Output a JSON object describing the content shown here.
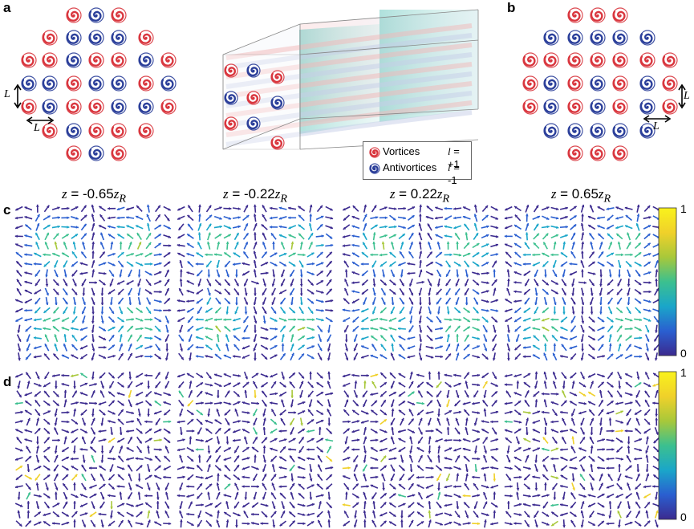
{
  "panels": {
    "a": "a",
    "b": "b",
    "c": "c",
    "d": "d"
  },
  "length_label": "L",
  "legend": {
    "vortices_label": "Vortices",
    "vortices_value_symbol": "l",
    "vortices_value": "= +1",
    "antivortices_label": "Antivortices",
    "antivortices_value_symbol": "l",
    "antivortices_value": "= -1"
  },
  "z_positions": [
    {
      "prefix": "z",
      "value": " = -0.65",
      "unit": "z",
      "sub": "R"
    },
    {
      "prefix": "z",
      "value": " = -0.22",
      "unit": "z",
      "sub": "R"
    },
    {
      "prefix": "z",
      "value": " = 0.22",
      "unit": "z",
      "sub": "R"
    },
    {
      "prefix": "z",
      "value": " = 0.65",
      "unit": "z",
      "sub": "R"
    }
  ],
  "colorbar": {
    "max_label": "1",
    "min_label": "0",
    "colors": [
      "#3b2a8f",
      "#2a5fd0",
      "#1aa6c9",
      "#3cc08f",
      "#a8c83a",
      "#f0d12a",
      "#f9f21c"
    ]
  },
  "colors": {
    "vortex": "#d9363e",
    "antivortex": "#2b3f9a",
    "arrow_low": "#3b2a8f",
    "arrow_mid": "#1aa6c9",
    "arrow_high": "#e8d22a"
  }
}
